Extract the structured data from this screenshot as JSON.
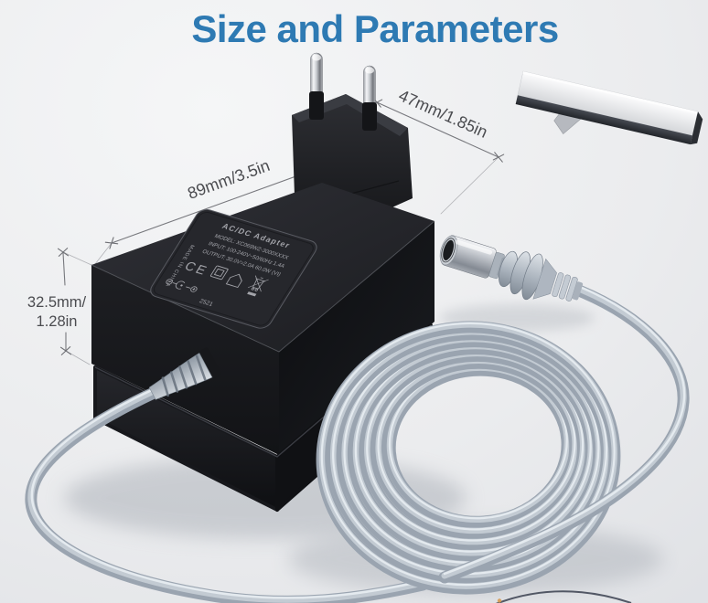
{
  "title": {
    "text": "Size and Parameters"
  },
  "dimensions": {
    "length": "89mm/3.5in",
    "depth": "47mm/1.85in",
    "height_line1": "32.5mm/",
    "height_line2": "1.28in"
  },
  "adapter_label": {
    "heading": "AC/DC Adapter",
    "model": "MODEL: XC069WZ-3000XXXX",
    "input": "INPUT: 100-240V~50/60Hz 1.4A",
    "output": "OUTPUT: 30.0V=2.0A 60.0W (VI)",
    "ce_mark": "CE",
    "made_in": "MADE IN CHINA",
    "date_code": "2521"
  },
  "icons": {
    "monitor_back_icon": "flat-screen viewed from rear with stand",
    "class_ii_icon": "double-square insulation mark",
    "indoor_use_icon": "house outline",
    "weee_icon": "crossed-out wheelie bin with bar",
    "polarity_icon": "center-positive barrel polarity diagram"
  },
  "colors": {
    "title_blue": "#2e7ab3",
    "adapter_body": "#1b1c1f",
    "cable_gray": "#b7c0ca",
    "background": "#eceef0",
    "annotation_gray": "#4b4c50"
  }
}
